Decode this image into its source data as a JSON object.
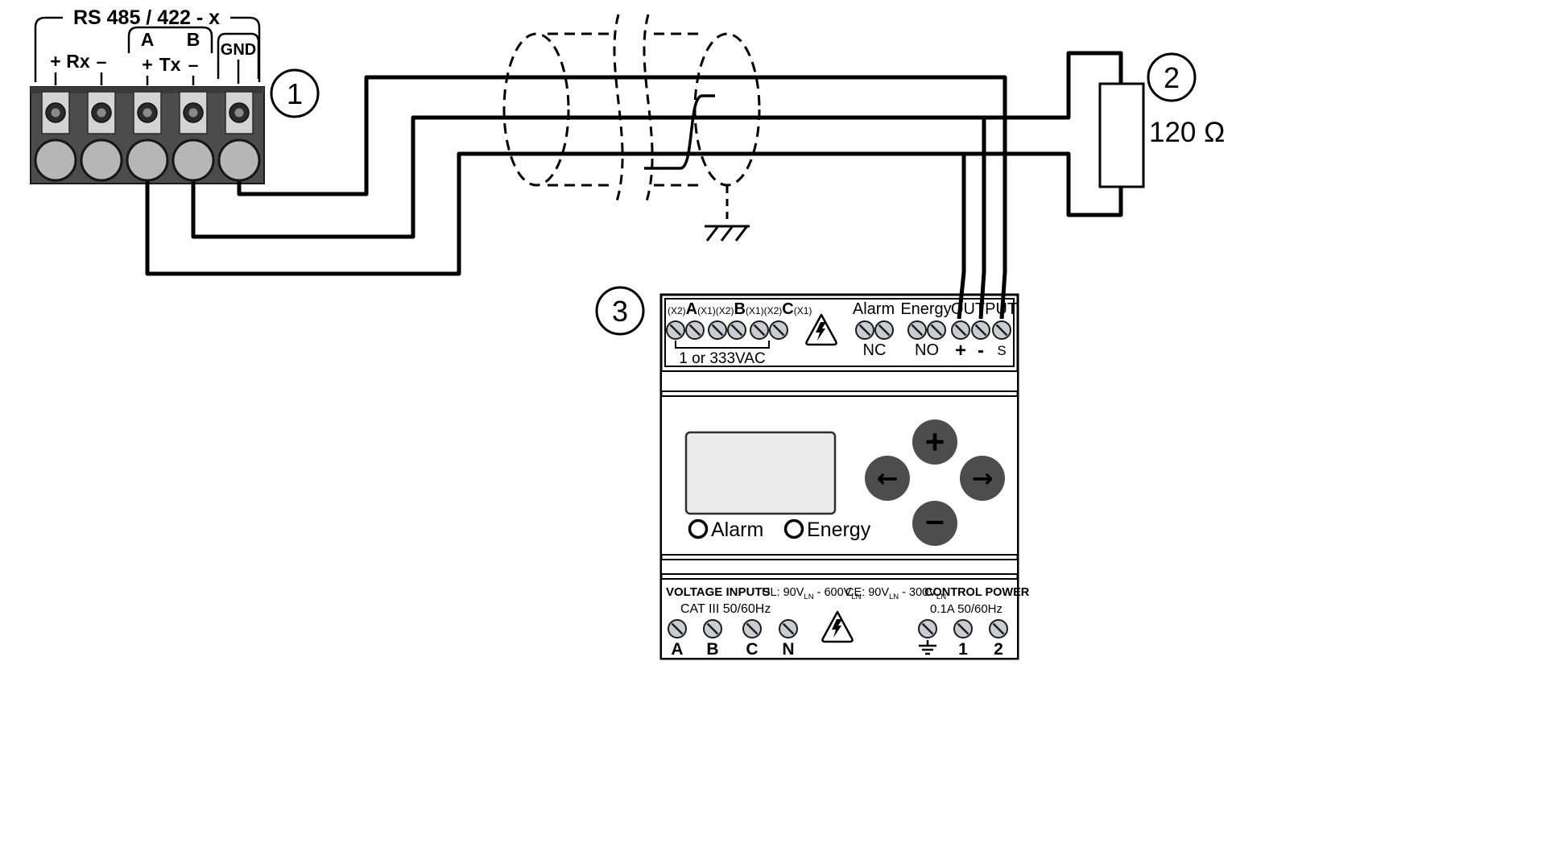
{
  "connector": {
    "callout": "1",
    "title": "RS 485 / 422 - x",
    "labels": {
      "a": "A",
      "b": "B",
      "gnd": "GND",
      "rx_plus": "+",
      "rx": "Rx",
      "rx_minus": "–",
      "tx_plus": "+",
      "tx": "Tx",
      "tx_minus": "–"
    }
  },
  "terminator": {
    "callout": "2",
    "value": "120 Ω"
  },
  "meter": {
    "callout": "3",
    "voltage_terminals": {
      "x2_1": "(X2)",
      "a": "A",
      "x1_1": "(X1)",
      "x2_2": "(X2)",
      "b": "B",
      "x1_2": "(X1)",
      "x2_3": "(X2)",
      "c": "C",
      "x1_3": "(X1)",
      "note": "1 or 333VAC"
    },
    "io": {
      "alarm": "Alarm",
      "energy": "Energy",
      "output": "OUTPUT",
      "nc": "NC",
      "no": "NO",
      "plus": "+",
      "minus": "-",
      "s": "S"
    },
    "nav": {
      "up": "+",
      "down": "–",
      "left": "←",
      "right": "→"
    },
    "leds": {
      "alarm": "Alarm",
      "energy": "Energy"
    },
    "ratings": {
      "voltage_inputs": "VOLTAGE INPUTS",
      "cat": "CAT III 50/60Hz",
      "ul_1": "UL: 90V",
      "ul_sub1": "LN",
      "ul_2": " - 600V",
      "ul_sub2": "LN",
      "ce_1": "CE: 90V",
      "ce_sub1": "LN",
      "ce_2": " - 300V",
      "ce_sub2": "LN",
      "control_power": "CONTROL POWER",
      "control_rating": "0.1A 50/60Hz"
    },
    "bottom_terminals": {
      "a": "A",
      "b": "B",
      "c": "C",
      "n": "N",
      "one": "1",
      "two": "2"
    }
  }
}
